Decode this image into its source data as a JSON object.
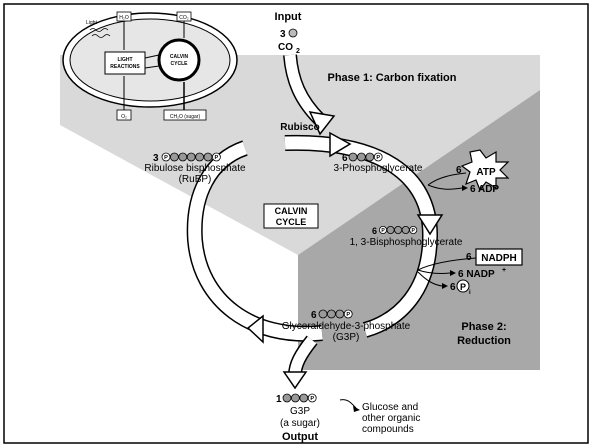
{
  "input": {
    "title": "Input",
    "count": "3",
    "molecule": "CO",
    "sub": "2"
  },
  "output": {
    "title": "Output"
  },
  "phase1": "Phase 1: Carbon fixation",
  "phase2": {
    "line1": "Phase 2:",
    "line2": "Reduction"
  },
  "calvin": {
    "line1": "CALVIN",
    "line2": "CYCLE"
  },
  "rubisco": "Rubisco",
  "rubp": {
    "count": "3",
    "name": "Ribulose bisphosphate",
    "abbr": "(RuBP)"
  },
  "pga": {
    "count": "6",
    "name": "3-Phosphoglycerate"
  },
  "bpg": {
    "count": "6",
    "name": "1, 3-Bisphosphoglycerate"
  },
  "g3p_cycle": {
    "count": "6",
    "name": "Glyceraldehyde-3-phosphate",
    "abbr": "(G3P)"
  },
  "g3p_out": {
    "count": "1",
    "name": "G3P",
    "desc": "(a sugar)"
  },
  "glucose": {
    "line1": "Glucose and",
    "line2": "other organic",
    "line3": "compounds"
  },
  "atp": {
    "count": "6",
    "label": "ATP",
    "adp": "6 ADP"
  },
  "nadph": {
    "count": "6",
    "label": "NADPH",
    "nadp": "6 NADP",
    "nadp_sup": "+",
    "pi_count": "6",
    "pi_letter": "P",
    "pi_sub": "i"
  },
  "inset": {
    "light": "Light",
    "h2o": "H₂O",
    "co2": "CO₂",
    "light_reactions_1": "LIGHT",
    "light_reactions_2": "REACTIONS",
    "calvin_1": "CALVIN",
    "calvin_2": "CYCLE",
    "o2": "O₂",
    "sugar": "CH₂O (sugar)"
  },
  "phosphate_letter": "P",
  "colors": {
    "phase1_bg": "#d9d9d9",
    "phase2_bg": "#a8a8a8",
    "arrow_fill": "#ffffff",
    "ink": "#000000"
  }
}
